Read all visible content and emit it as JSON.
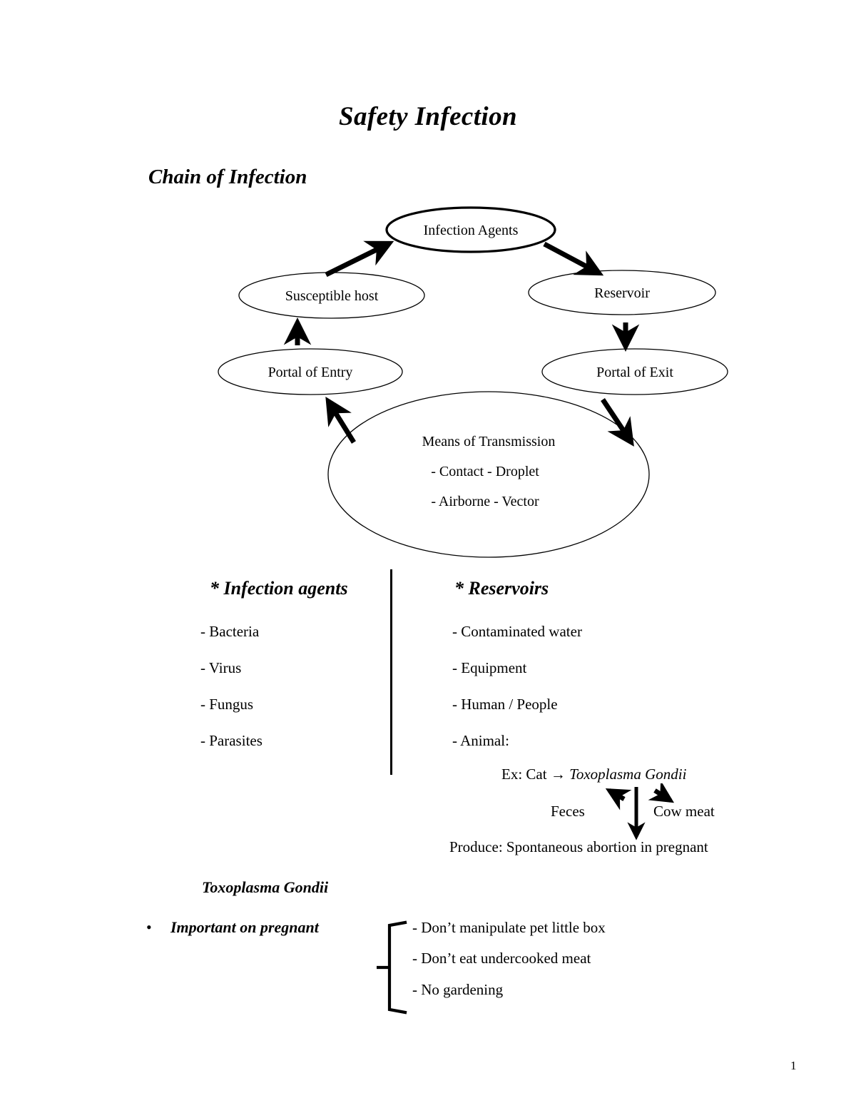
{
  "document": {
    "title": "Safety Infection",
    "section_heading": "Chain of Infection",
    "page_number": "1"
  },
  "chain_diagram": {
    "nodes": {
      "infection_agents": "Infection Agents",
      "susceptible_host": "Susceptible host",
      "reservoir": "Reservoir",
      "portal_of_entry": "Portal of Entry",
      "portal_of_exit": "Portal of Exit",
      "means_of_transmission_title": "Means of Transmission",
      "means_line_1": "- Contact    - Droplet",
      "means_line_2": "- Airborne  - Vector"
    }
  },
  "columns": {
    "left": {
      "heading": "* Infection agents",
      "items": [
        "- Bacteria",
        "- Virus",
        "- Fungus",
        "- Parasites"
      ]
    },
    "right": {
      "heading": "* Reservoirs",
      "items": [
        "- Contaminated water",
        "- Equipment",
        "- Human / People",
        "- Animal:"
      ]
    }
  },
  "toxoplasma_example": {
    "example_prefix": "Ex: Cat → ",
    "example_organism": "Toxoplasma Gondii",
    "left_branch": "Feces",
    "right_branch": "Cow meat",
    "produce": "Produce: Spontaneous abortion in pregnant"
  },
  "toxoplasma_block": {
    "subheading": "Toxoplasma Gondii",
    "bullet_symbol": "•",
    "bullet_label": "Important on pregnant",
    "advice": [
      "- Don’t manipulate pet little box",
      "- Don’t eat undercooked meat",
      "- No gardening"
    ]
  }
}
